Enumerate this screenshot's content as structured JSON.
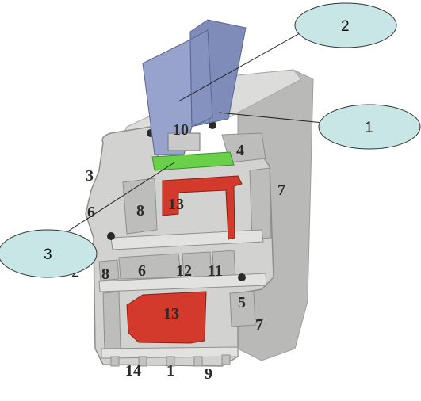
{
  "profile_labels": {
    "glass_spacer": "10",
    "chamber_4": "4",
    "chamber_7_upper": "7",
    "left_3": "3",
    "left_6": "6",
    "left_2": "2",
    "chamber_8_upper": "8",
    "chamber_8_lower": "8",
    "reinforcement_13_upper": "13",
    "reinforcement_13_lower": "13",
    "chamber_6": "6",
    "chamber_12": "12",
    "chamber_11": "11",
    "chamber_5": "5",
    "chamber_7_lower": "7",
    "bottom_14": "14",
    "bottom_1": "1",
    "bottom_9": "9"
  },
  "callouts": {
    "glass": "2",
    "seal": "1",
    "bead": "3"
  },
  "colors": {
    "callout_fill": "#c8e6e6",
    "glass_fill": "#8e9ac4",
    "profile_fill": "#d2d2d0",
    "reinforcement_fill": "#d33a2c",
    "spacer_fill": "#6ad04a"
  }
}
